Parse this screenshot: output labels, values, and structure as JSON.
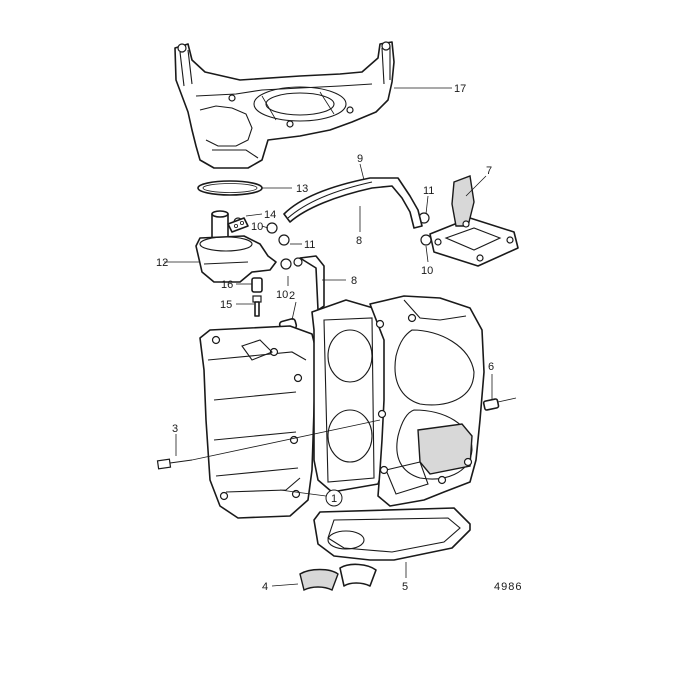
{
  "diagram": {
    "figure_number": "4986",
    "callouts": [
      {
        "id": "c17",
        "label": "17"
      },
      {
        "id": "c9",
        "label": "9"
      },
      {
        "id": "c7",
        "label": "7"
      },
      {
        "id": "c13",
        "label": "13"
      },
      {
        "id": "c11a",
        "label": "11"
      },
      {
        "id": "c14",
        "label": "14"
      },
      {
        "id": "c10a",
        "label": "10"
      },
      {
        "id": "c8a",
        "label": "8"
      },
      {
        "id": "c11b",
        "label": "11"
      },
      {
        "id": "c10b",
        "label": "10"
      },
      {
        "id": "c12",
        "label": "12"
      },
      {
        "id": "c8b",
        "label": "8"
      },
      {
        "id": "c16",
        "label": "16"
      },
      {
        "id": "c10c",
        "label": "10"
      },
      {
        "id": "c2",
        "label": "2"
      },
      {
        "id": "c15",
        "label": "15"
      },
      {
        "id": "c6",
        "label": "6"
      },
      {
        "id": "c3",
        "label": "3"
      },
      {
        "id": "c1",
        "label": "1"
      },
      {
        "id": "c5",
        "label": "5"
      },
      {
        "id": "c4",
        "label": "4"
      }
    ]
  }
}
